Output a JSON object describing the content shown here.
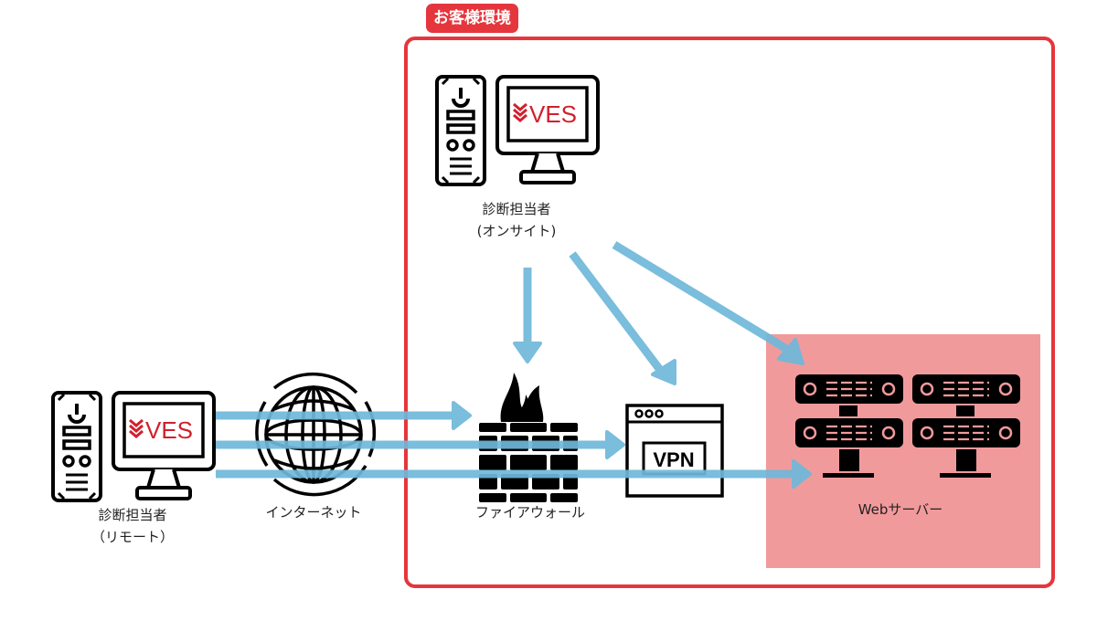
{
  "environment": {
    "tag_label": "お客様環境",
    "frame_color": "#e5363d"
  },
  "nodes": {
    "onsite": {
      "label_line1": "診断担当者",
      "label_line2": "(オンサイト)",
      "screen_brand": "VES",
      "icon": "pc-tower-and-monitor-icon"
    },
    "remote": {
      "label_line1": "診断担当者",
      "label_line2": "（リモート）",
      "screen_brand": "VES",
      "icon": "pc-tower-and-monitor-icon"
    },
    "internet": {
      "label": "インターネット",
      "icon": "globe-icon"
    },
    "firewall": {
      "label": "ファイアウォール",
      "icon": "firewall-icon"
    },
    "vpn": {
      "label": "VPN",
      "icon": "vpn-window-icon"
    },
    "webserver": {
      "label": "Webサーバー",
      "icon": "server-rack-icon",
      "zone_color": "#f19a9c"
    }
  },
  "connections": [
    {
      "from": "onsite",
      "to": "firewall"
    },
    {
      "from": "onsite",
      "to": "vpn"
    },
    {
      "from": "onsite",
      "to": "webserver"
    },
    {
      "from": "remote",
      "to": "firewall",
      "via": "internet"
    },
    {
      "from": "remote",
      "to": "vpn",
      "via": "internet"
    },
    {
      "from": "remote",
      "to": "webserver",
      "via": "internet"
    }
  ],
  "colors": {
    "arrow": "#6fb8da",
    "brand_red": "#d21f2d",
    "icon_stroke": "#000000"
  }
}
